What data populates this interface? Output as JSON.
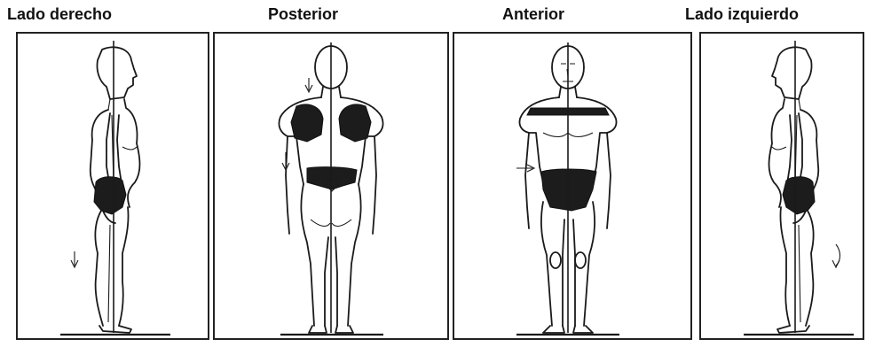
{
  "views": {
    "right": {
      "label": "Lado derecho"
    },
    "posterior": {
      "label": "Posterior"
    },
    "anterior": {
      "label": "Anterior"
    },
    "left": {
      "label": "Lado izquierdo"
    }
  }
}
